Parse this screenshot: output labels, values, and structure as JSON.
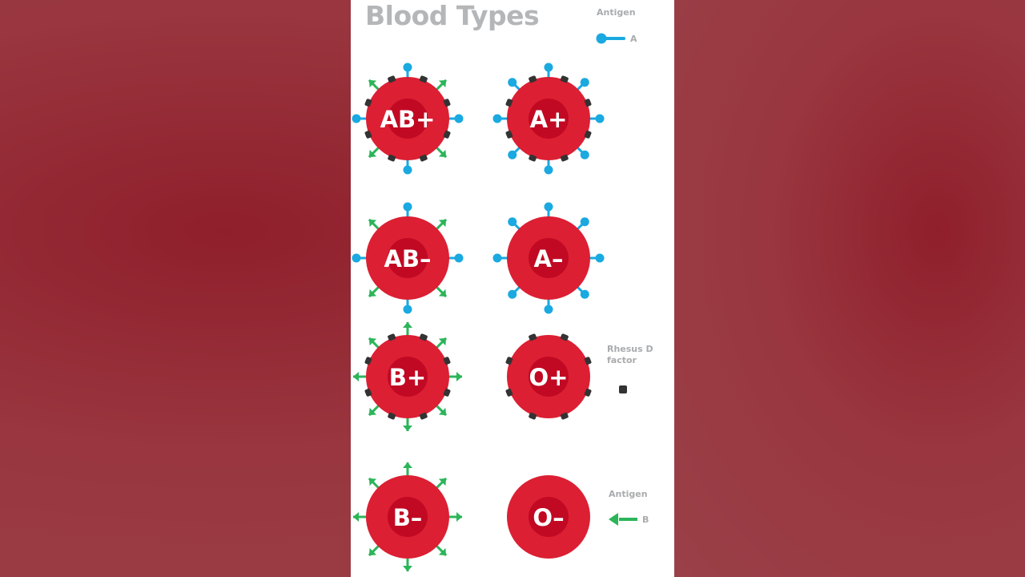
{
  "title": "Blood Types",
  "legend": {
    "antigen_a_heading": "Antigen",
    "antigen_a_label": "A",
    "rhesus_heading_line1": "Rhesus D",
    "rhesus_heading_line2": "factor",
    "antigen_b_heading": "Antigen",
    "antigen_b_label": "B"
  },
  "cells": [
    {
      "label": "AB+",
      "antigenA": true,
      "antigenB": true,
      "rhesus": true
    },
    {
      "label": "A+",
      "antigenA": true,
      "antigenB": false,
      "rhesus": true
    },
    {
      "label": "AB–",
      "antigenA": true,
      "antigenB": true,
      "rhesus": false
    },
    {
      "label": "A–",
      "antigenA": true,
      "antigenB": false,
      "rhesus": false
    },
    {
      "label": "B+",
      "antigenA": false,
      "antigenB": true,
      "rhesus": true
    },
    {
      "label": "O+",
      "antigenA": false,
      "antigenB": false,
      "rhesus": true
    },
    {
      "label": "B–",
      "antigenA": false,
      "antigenB": true,
      "rhesus": false
    },
    {
      "label": "O–",
      "antigenA": false,
      "antigenB": false,
      "rhesus": false
    }
  ],
  "colors": {
    "cell_outer": "#dc1f33",
    "cell_inner": "#c10923",
    "antigen_a": "#1aa9e0",
    "antigen_b": "#2bb559",
    "rhesus": "#333333",
    "title": "#b4b6b8",
    "legend_text": "#a9abad",
    "background": "#9a3c45"
  }
}
